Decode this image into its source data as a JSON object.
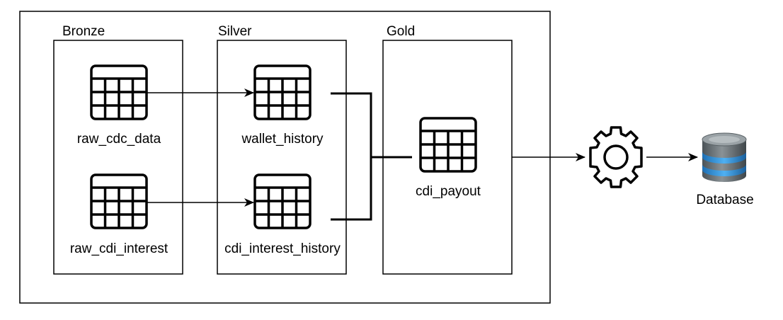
{
  "layers": {
    "bronze": {
      "label": "Bronze",
      "tables": [
        "raw_cdc_data",
        "raw_cdi_interest"
      ]
    },
    "silver": {
      "label": "Silver",
      "tables": [
        "wallet_history",
        "cdi_interest_history"
      ]
    },
    "gold": {
      "label": "Gold",
      "tables": [
        "cdi_payout"
      ]
    }
  },
  "processor": {
    "icon": "gear-icon"
  },
  "database": {
    "icon": "database-icon",
    "label": "Database"
  },
  "colors": {
    "stroke": "#000000",
    "background": "#ffffff",
    "db_body": "#6b7378",
    "db_band": "#2f8fd8"
  }
}
